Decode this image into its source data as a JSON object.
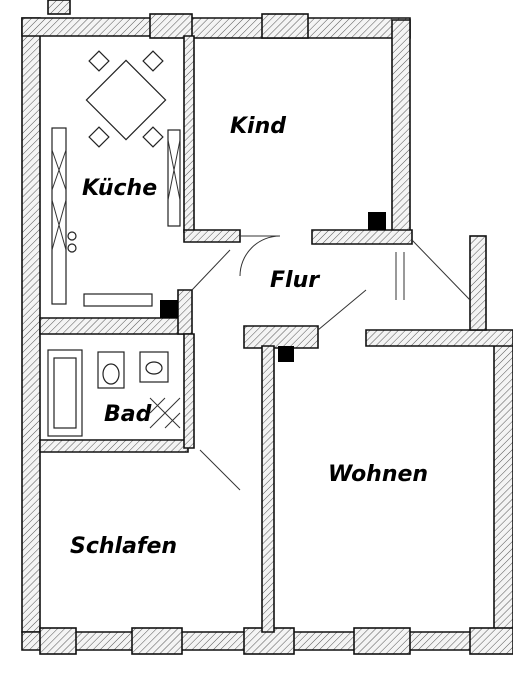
{
  "rooms": {
    "kind": "Kind",
    "kueche": "Küche",
    "flur": "Flur",
    "bad": "Bad",
    "wohnen": "Wohnen",
    "schlafen": "Schlafen"
  },
  "colors": {
    "wall": "#111111",
    "background": "#ffffff"
  }
}
